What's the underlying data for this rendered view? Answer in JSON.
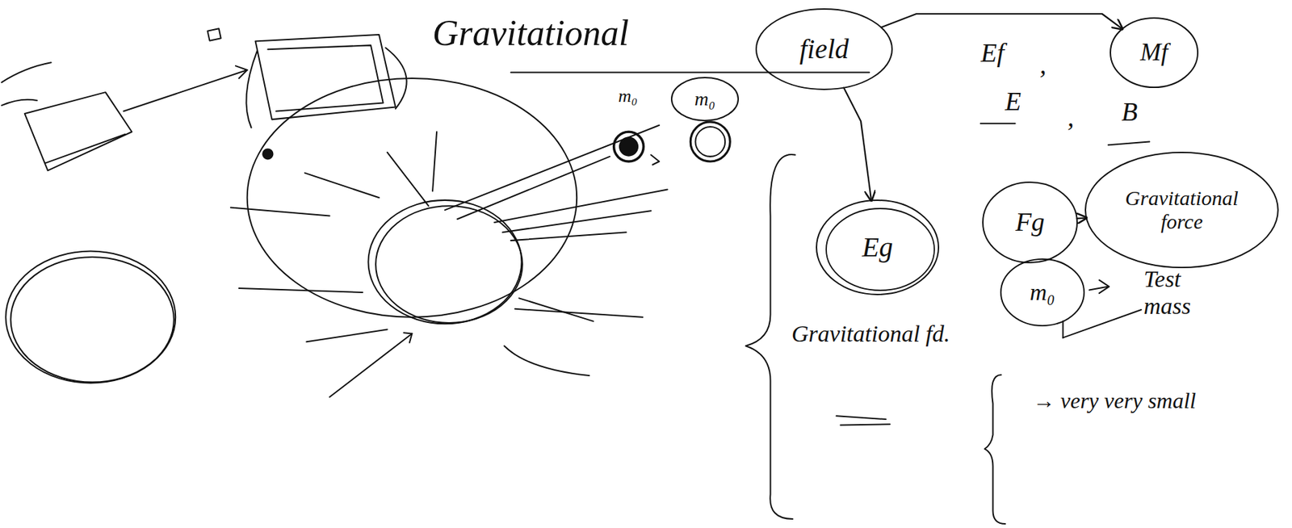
{
  "diagram": {
    "title": "Gravitational",
    "nodes": [
      {
        "text": [
          "field"
        ]
      },
      {
        "text": [
          "Mf"
        ]
      },
      {
        "text": [
          "m₀"
        ]
      },
      {
        "text": [
          "Eg"
        ]
      },
      {
        "text": [
          "Fg"
        ]
      },
      {
        "text": [
          "Gravitational force"
        ]
      },
      {
        "text": [
          "m₀"
        ]
      }
    ],
    "edges": [
      {
        "from": 0,
        "to": 1,
        "arrow": "to"
      },
      {
        "from": 0,
        "to": 3,
        "arrow": "to"
      },
      {
        "from": 4,
        "to": 5,
        "arrow": "to"
      }
    ],
    "labels": [
      "m₀",
      "Ef",
      ",",
      "E",
      ",",
      "B",
      "Gravitational fd.",
      "Test mass",
      "→ very very small"
    ]
  }
}
